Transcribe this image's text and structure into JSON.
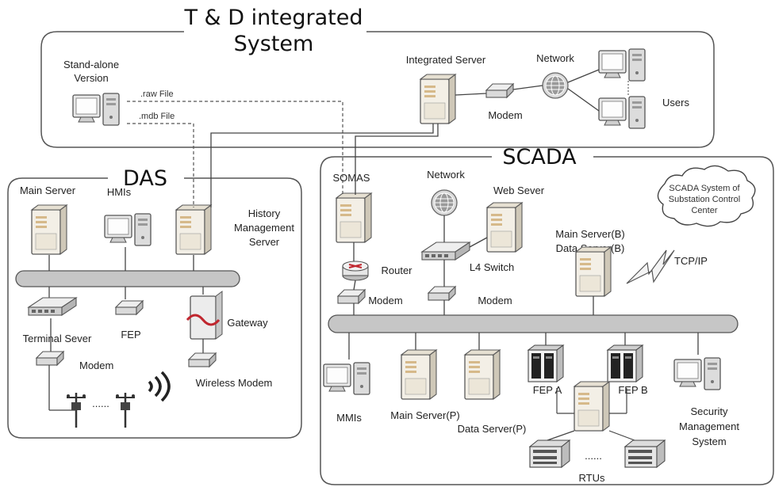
{
  "system": {
    "title_line1": "T & D integrated",
    "title_line2": "System",
    "standalone_line1": "Stand-alone",
    "standalone_line2": "Version",
    "raw_file": ".raw File",
    "mdb_file": ".mdb File",
    "integrated_server": "Integrated Server",
    "network": "Network",
    "modem": "Modem",
    "users": "Users"
  },
  "das": {
    "title": "DAS",
    "main_server": "Main Server",
    "hmis": "HMIs",
    "history_line1": "History",
    "history_line2": "Management",
    "history_line3": "Server",
    "terminal_server": "Terminal Sever",
    "fep": "FEP",
    "gateway": "Gateway",
    "modem": "Modem",
    "wireless_modem": "Wireless Modem",
    "dots": "......"
  },
  "scada": {
    "title": "SCADA",
    "somas": "SOMAS",
    "network": "Network",
    "web_server": "Web Sever",
    "cloud_line1": "SCADA System of",
    "cloud_line2": "Substation Control",
    "cloud_line3": "Center",
    "router": "Router",
    "l4_switch": "L4 Switch",
    "main_server_b": "Main Server(B)",
    "data_server_b": "Data Server(B)",
    "tcpip": "TCP/IP",
    "modem_left": "Modem",
    "modem_right": "Modem",
    "mmis": "MMIs",
    "main_server_p": "Main Server(P)",
    "data_server_p": "Data Server(P)",
    "fep_a": "FEP A",
    "fep_b": "FEP B",
    "security_line1": "Security",
    "security_line2": "Management",
    "security_line3": "System",
    "rtus": "RTUs",
    "dots": "......"
  }
}
